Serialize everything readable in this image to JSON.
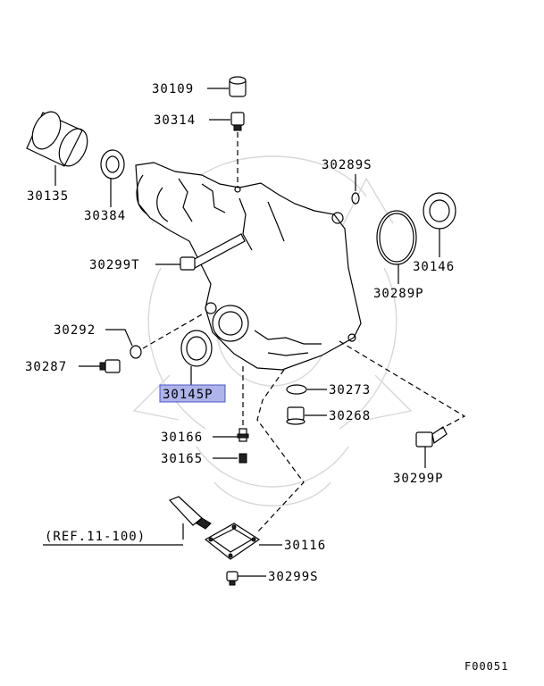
{
  "diagram": {
    "labels": {
      "p30109": "30109",
      "p30314": "30314",
      "p30289S": "30289S",
      "p30135": "30135",
      "p30384": "30384",
      "p30146": "30146",
      "p30299T": "30299T",
      "p30289P": "30289P",
      "p30292": "30292",
      "p30287": "30287",
      "p30145P": "30145P",
      "p30273": "30273",
      "p30268": "30268",
      "p30166": "30166",
      "p30165": "30165",
      "p30299P": "30299P",
      "ref": "(REF.11-100)",
      "p30116": "30116",
      "p30299S": "30299S"
    },
    "figure_code": "F00051",
    "highlight_part": "30145P",
    "highlight_color": "#aeb4ea"
  }
}
